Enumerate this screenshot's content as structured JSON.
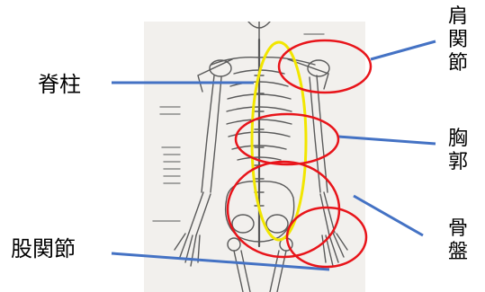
{
  "labels": {
    "spine": "脊柱",
    "hip_joint": "股関節",
    "shoulder_joint": "肩関節",
    "thorax": "胸郭",
    "pelvis": "骨盤"
  },
  "colors": {
    "spine_highlight": "#f2e600",
    "region_highlight": "#e8141a",
    "leader_line": "#4472c4",
    "skeleton_ink": "#5a5a5a",
    "photo_background": "#f2f0ed"
  }
}
